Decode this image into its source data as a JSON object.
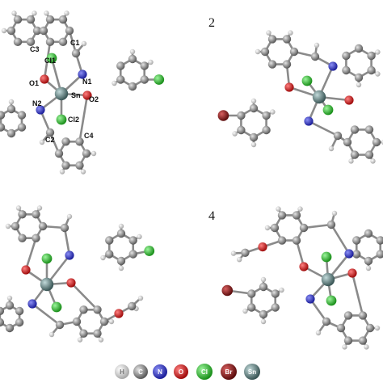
{
  "panels": [
    {
      "id": "1",
      "number": "",
      "atom_labels": [
        "C3",
        "C1",
        "Cl1",
        "O1",
        "N1",
        "Sn",
        "N2",
        "O2",
        "Cl2",
        "C2",
        "C4"
      ]
    },
    {
      "id": "2",
      "number": "2",
      "atom_labels": []
    },
    {
      "id": "3",
      "number": "",
      "atom_labels": []
    },
    {
      "id": "4",
      "number": "4",
      "atom_labels": []
    }
  ],
  "legend": [
    {
      "symbol": "H",
      "color": "#e8e8e8",
      "text_color": "#777777"
    },
    {
      "symbol": "C",
      "color": "#7d7d7d",
      "text_color": "#ffffff"
    },
    {
      "symbol": "N",
      "color": "#3b3fd1",
      "text_color": "#ffffff"
    },
    {
      "symbol": "O",
      "color": "#d41a1a",
      "text_color": "#ffffff"
    },
    {
      "symbol": "Cl",
      "color": "#2fbf2f",
      "text_color": "#ffffff"
    },
    {
      "symbol": "Br",
      "color": "#9a1a1a",
      "text_color": "#ffffff"
    },
    {
      "symbol": "Sn",
      "color": "#5f7f7f",
      "text_color": "#ffffff"
    }
  ],
  "colors": {
    "H": "#e8e8e8",
    "C": "#7d7d7d",
    "N": "#3b3fd1",
    "O": "#d41a1a",
    "Cl": "#2fbf2f",
    "Br": "#9a1a1a",
    "Sn": "#5f7f7f",
    "bond": "#8a8a8a"
  }
}
